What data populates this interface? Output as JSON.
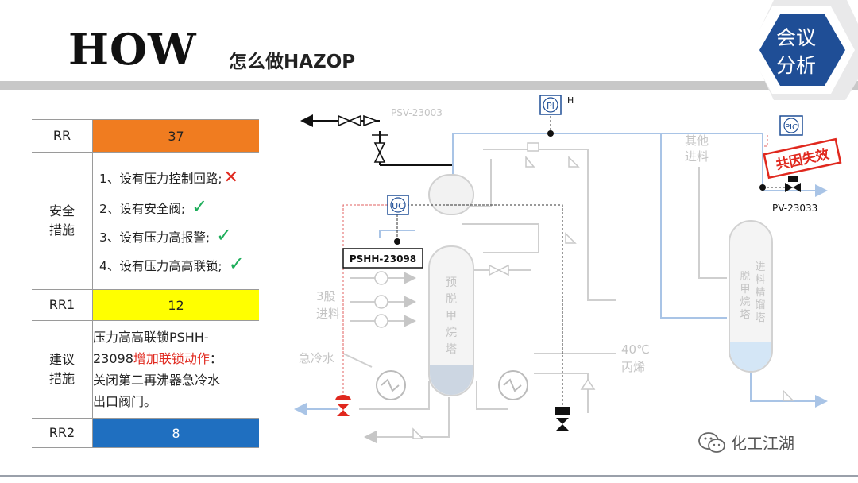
{
  "header": {
    "title": "HOW",
    "subtitle": "怎么做HAZOP",
    "badge_line1": "会议",
    "badge_line2": "分析"
  },
  "colors": {
    "rr": "#f07c20",
    "rr1": "#ffff00",
    "rr2": "#1f6fc0",
    "accent_red": "#e0281e",
    "check_green": "#1fae5b",
    "badge_blue": "#1f4e96"
  },
  "table": {
    "rr_label": "RR",
    "rr_value": "37",
    "safety_label_1": "安全",
    "safety_label_2": "措施",
    "safety_items": [
      "1、设有压力控制回路;",
      "2、设有安全阀;",
      "3、设有压力高报警;",
      "4、设有压力高高联锁;"
    ],
    "safety_marks": [
      "✕",
      "✓",
      "✓",
      "✓"
    ],
    "rr1_label": "RR1",
    "rr1_value": "12",
    "suggest_label_1": "建议",
    "suggest_label_2": "措施",
    "suggest_line1": "压力高高联锁PSHH-",
    "suggest_line2_a": "23098",
    "suggest_line2_b": "增加联锁动作",
    "suggest_line2_c": "：",
    "suggest_line3": "关闭第二再沸器急冷水",
    "suggest_line4": "出口阀门。",
    "rr2_label": "RR2",
    "rr2_value": "8"
  },
  "diagram": {
    "psv_tag": "PSV-23003",
    "pi_tag": "PI",
    "pi_h": "H",
    "uc_tag": "UC",
    "pshh_tag": "PSHH-23098",
    "pic_tag": "PIC",
    "pv_tag": "PV-23033",
    "stamp": "共因失效",
    "other_feed_1": "其他",
    "other_feed_2": "进料",
    "feed3_1": "3股",
    "feed3_2": "进料",
    "quench": "急冷水",
    "temp_1": "40℃",
    "temp_2": "丙烯",
    "col1_chars": [
      "预",
      "脱",
      "甲",
      "烷",
      "塔"
    ],
    "col2_left": [
      "脱",
      "甲",
      "烷",
      "塔"
    ],
    "col2_right": [
      "进",
      "料",
      "精",
      "馏",
      "塔"
    ]
  },
  "watermark": {
    "text": "化工江湖",
    "icon": "wechat-icon"
  }
}
